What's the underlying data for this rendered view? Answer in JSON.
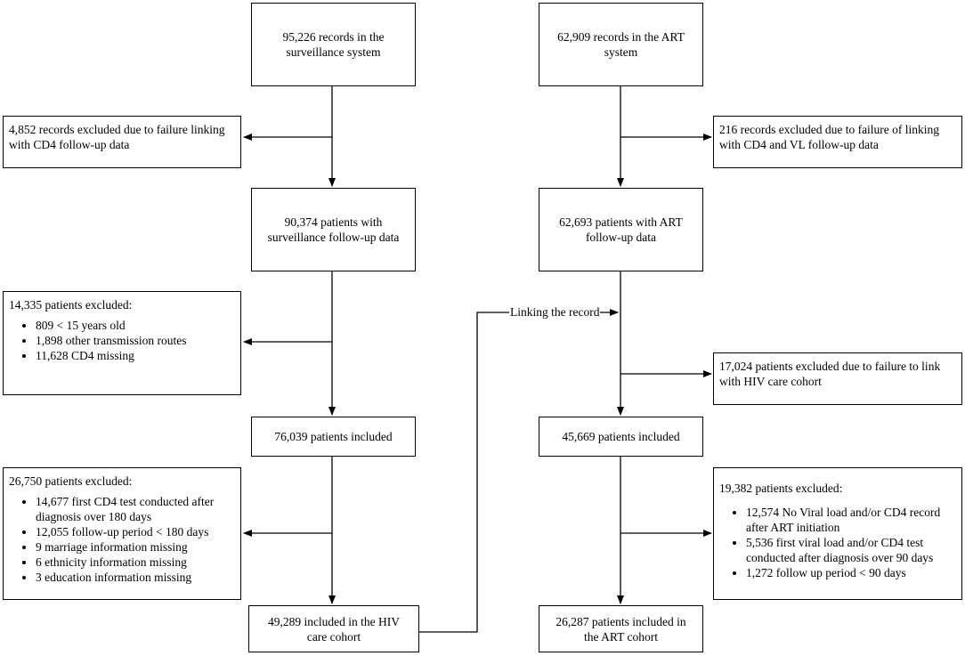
{
  "left": {
    "start": "95,226 records in the surveillance system",
    "exclusion1": "4,852 records excluded due to failure linking with CD4 follow-up data",
    "step2": "90,374 patients with surveillance follow-up data",
    "exclusion2": {
      "title": "14,335 patients excluded:",
      "items": [
        "809 < 15 years old",
        "1,898 other transmission routes",
        "11,628 CD4 missing"
      ]
    },
    "step3": "76,039 patients included",
    "exclusion3": {
      "title": "26,750 patients excluded:",
      "items": [
        "14,677 first CD4 test conducted after diagnosis over 180 days",
        "12,055 follow-up period < 180 days",
        "9 marriage information missing",
        "6 ethnicity information missing",
        "3 education information missing"
      ]
    },
    "final": "49,289 included in the HIV care cohort"
  },
  "right": {
    "start": "62,909 records in the ART system",
    "exclusion1": "216 records excluded due to failure of linking with CD4 and VL follow-up data",
    "step2": "62,693 patients with ART follow-up data",
    "exclusion2": "17,024 patients excluded due to failure to link with HIV care cohort",
    "step3": "45,669 patients included",
    "exclusion3": {
      "title": "19,382 patients excluded:",
      "items": [
        "12,574 No Viral load and/or CD4 record after ART initiation",
        "5,536 first viral load and/or CD4 test conducted after diagnosis over 90 days",
        "1,272 follow up period < 90 days"
      ]
    },
    "final": "26,287 patients included in the ART cohort"
  },
  "link_label": "Linking the record"
}
